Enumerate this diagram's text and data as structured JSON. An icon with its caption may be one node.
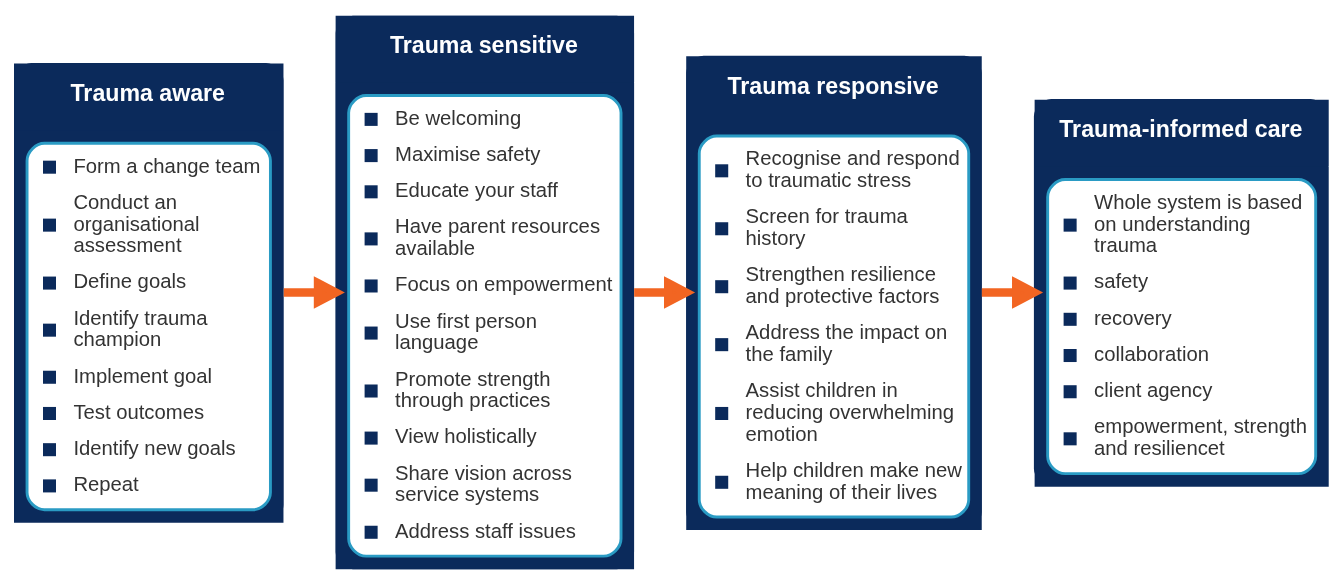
{
  "diagram": {
    "nodes": [
      {
        "text": [
          "Trauma aware",
          "Form a change team",
          "Conduct an organisational assessment",
          "Define goals",
          "Identify trauma champion",
          "Implement goal",
          "Test outcomes",
          "Identify new goals",
          "Repeat"
        ]
      },
      {
        "text": [
          "Trauma sensitive",
          "Be welcoming",
          "Maximise safety",
          "Educate your staff",
          "Have parent resources available",
          "Focus on empowerment",
          "Use first person language",
          "Promote strength through practices",
          "View holistically",
          "Share vision across service systems",
          "Address staff issues"
        ]
      },
      {
        "text": [
          "Trauma responsive",
          "Recognise and respond to traumatic stress",
          "Screen for trauma history",
          "Strengthen resilience and protective factors",
          "Address the impact on the family",
          "Assist children in reducing overwhelming emotion",
          "Help children make new meaning of their lives"
        ]
      },
      {
        "text": [
          "Trauma-informed care",
          "Whole system is based on understanding trauma",
          "safety",
          "recovery",
          "collaboration",
          "client agency",
          "empowerment, strength and resiliencet"
        ]
      }
    ],
    "edges": [
      {
        "from": 0,
        "to": 1,
        "arrow": "to"
      },
      {
        "from": 1,
        "to": 2,
        "arrow": "to"
      },
      {
        "from": 2,
        "to": 3,
        "arrow": "to"
      }
    ]
  }
}
